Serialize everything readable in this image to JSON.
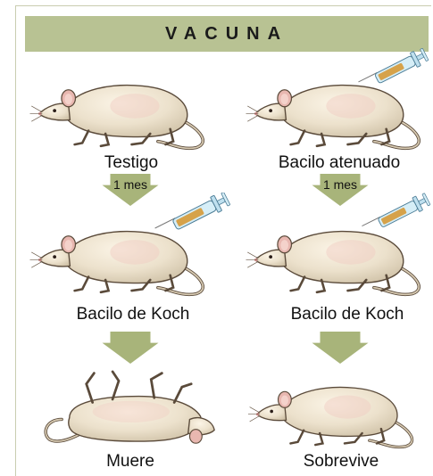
{
  "header": {
    "title": "VACUNA"
  },
  "columns": [
    {
      "label_1": "Testigo",
      "arrow_1": "1 mes",
      "label_2": "Bacilo de Koch",
      "label_3": "Muere"
    },
    {
      "label_1": "Bacilo atenuado",
      "arrow_1": "1 mes",
      "label_2": "Bacilo de Koch",
      "label_3": "Sobrevive"
    }
  ],
  "colors": {
    "header_bg": "#b8c293",
    "arrow": "#a8b47a",
    "rat_body": "#ece2cf",
    "rat_outline": "#5a4a3a",
    "ear_pink": "#e8b7b0",
    "syringe_liquid": "#d6a24a",
    "syringe_barrel": "#bfe0ef"
  },
  "icons": [
    "rat-icon",
    "syringe-icon",
    "arrow-down-icon",
    "dead-rat-icon"
  ]
}
